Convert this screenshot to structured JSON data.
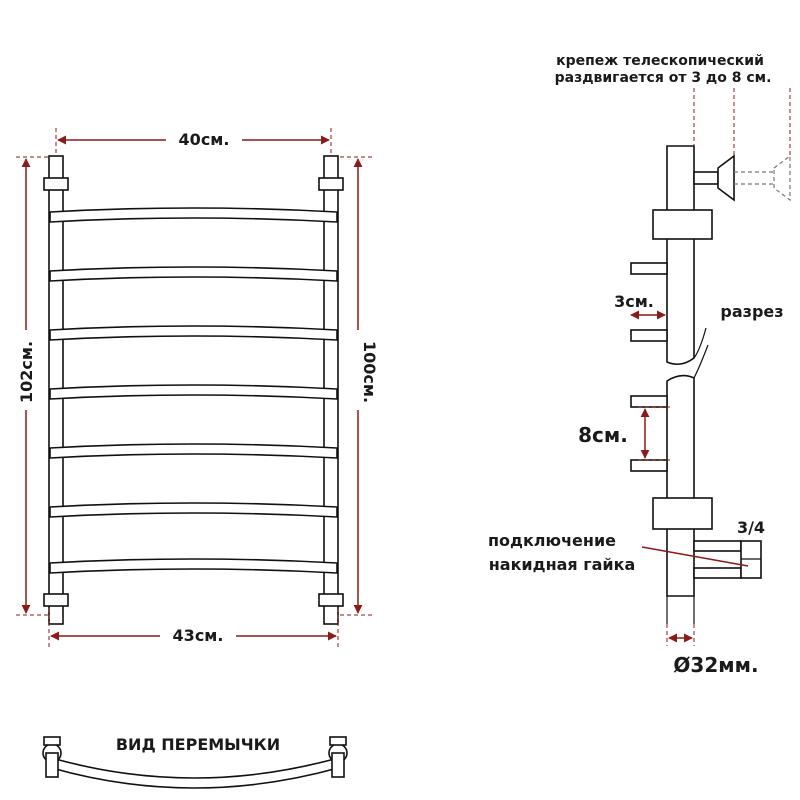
{
  "front_view": {
    "width_top": "40см.",
    "width_bottom": "43см.",
    "height_left": "102см.",
    "height_right": "100см."
  },
  "bridge_view": {
    "title": "ВИД ПЕРЕМЫЧКИ"
  },
  "side_view": {
    "mount_line1": "крепеж телескопический",
    "mount_line2": "раздвигается от 3 до 8 см.",
    "gap_small": "3см.",
    "gap_large": "8см.",
    "cut_label": "разрез",
    "thread_label": "3/4",
    "connection_line1": "подключение",
    "connection_line2": "накидная гайка",
    "pipe_diameter": "Ø32мм."
  },
  "colors": {
    "dimension": "#8b1a1a",
    "outline": "#111111"
  }
}
